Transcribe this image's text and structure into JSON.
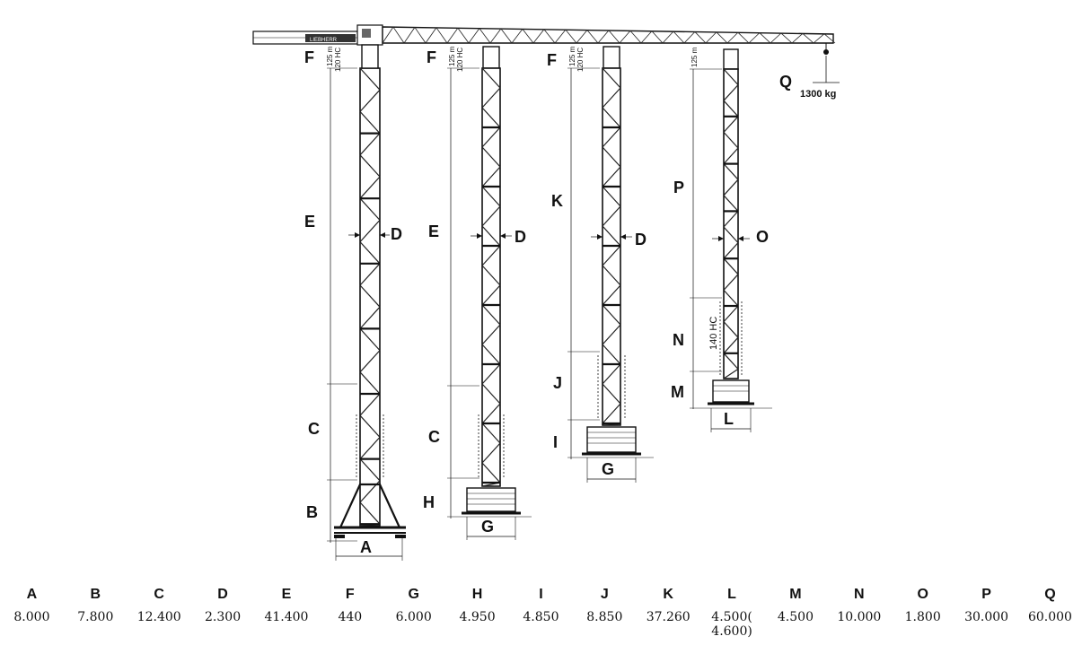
{
  "labels": {
    "A": "A",
    "B": "B",
    "C": "C",
    "D": "D",
    "E": "E",
    "F": "F",
    "G": "G",
    "H": "H",
    "I": "I",
    "J": "J",
    "K": "K",
    "L": "L",
    "M": "M",
    "N": "N",
    "O": "O",
    "P": "P",
    "Q": "Q"
  },
  "section_125": "125 m",
  "section_120hc": "120 HC",
  "section_140hc": "140 HC",
  "hook_load": "1300 kg",
  "logo_text": "LIEBHERR",
  "table": {
    "headers": [
      "A",
      "B",
      "C",
      "D",
      "E",
      "F",
      "G",
      "H",
      "I",
      "J",
      "K",
      "L",
      "M",
      "N",
      "O",
      "P",
      "Q"
    ],
    "values": [
      "8.000",
      "7.800",
      "12.400",
      "2.300",
      "41.400",
      "440",
      "6.000",
      "4.950",
      "4.850",
      "8.850",
      "37.260",
      "4.500(\n4.600)",
      "4.500",
      "10.000",
      "1.800",
      "30.000",
      "60.000"
    ]
  }
}
